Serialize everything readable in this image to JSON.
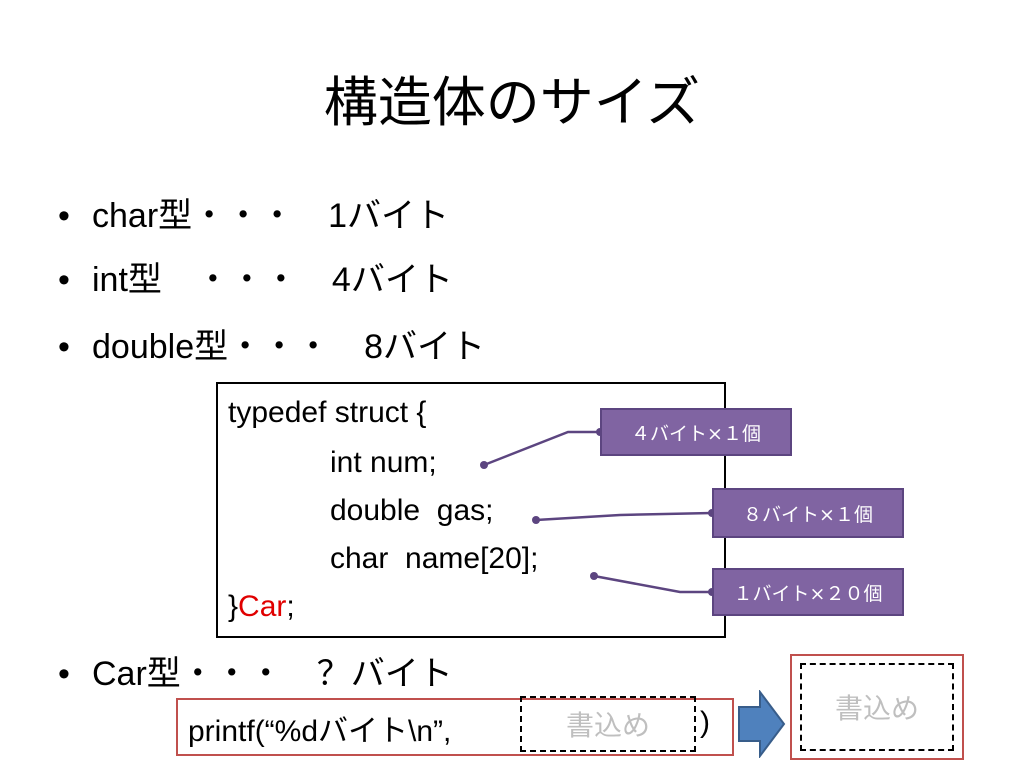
{
  "title": "構造体のサイズ",
  "bullets": [
    {
      "text": "char型・・・　1バイト"
    },
    {
      "text": "int型　・・・　4バイト"
    },
    {
      "text": "double型・・・　8バイト"
    },
    {
      "text": "Car型・・・　？バイト"
    }
  ],
  "code": {
    "line1": "typedef struct {",
    "line2": "int num;",
    "line3": "double  gas;",
    "line4": "char  name[20];",
    "line5_open": "}",
    "line5_name": "Car",
    "line5_end": ";"
  },
  "tags": {
    "int_size": "４バイト×１個",
    "double_size": "８バイト×１個",
    "char_size": "１バイト×２０個"
  },
  "printf": {
    "prefix": "printf(“%dバイト\\n”,",
    "placeholder": "書込め",
    "suffix": ")"
  },
  "result_placeholder": "書込め",
  "colors": {
    "tag_fill": "#8064a2",
    "arrow_fill": "#4f81bd",
    "box_border": "#c0504d",
    "highlight": "#e00000"
  }
}
